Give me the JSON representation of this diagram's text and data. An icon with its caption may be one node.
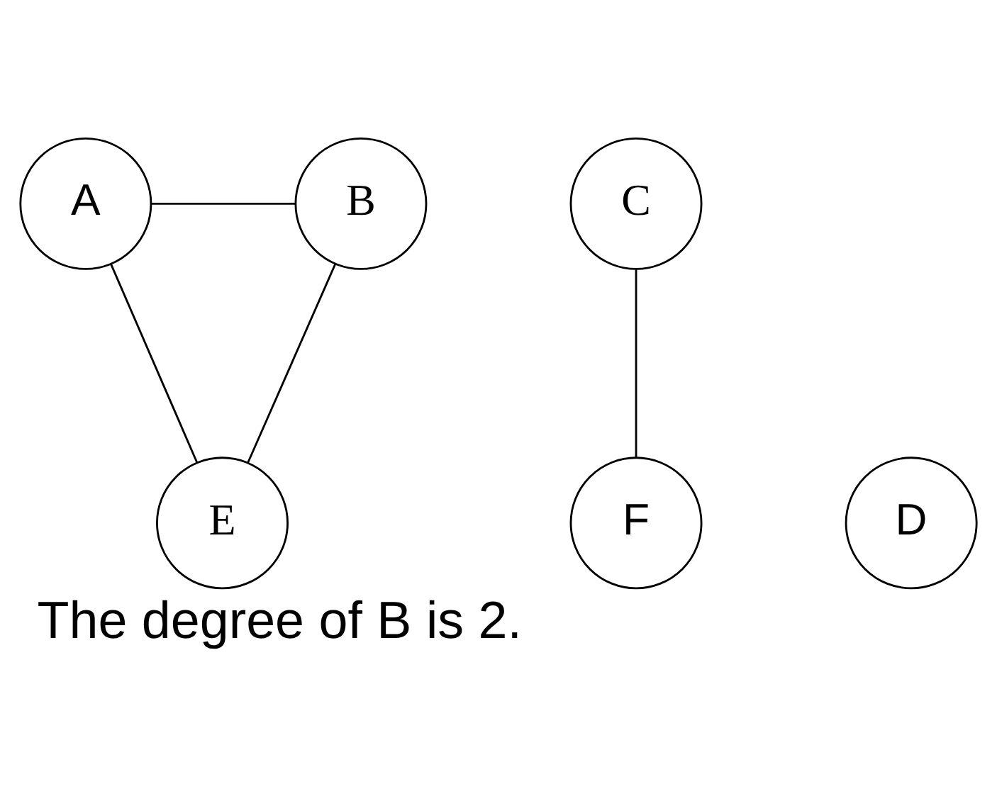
{
  "diagram": {
    "caption": "The degree of B is 2.",
    "nodes": [
      {
        "text": [
          "A"
        ]
      },
      {
        "text": [
          "B"
        ]
      },
      {
        "text": [
          "C"
        ]
      },
      {
        "text": [
          "D"
        ]
      },
      {
        "text": [
          "E"
        ]
      },
      {
        "text": [
          "F"
        ]
      }
    ],
    "edges": [
      {
        "from": 0,
        "to": 1,
        "arrow": "none"
      },
      {
        "from": 0,
        "to": 4,
        "arrow": "none"
      },
      {
        "from": 1,
        "to": 4,
        "arrow": "none"
      },
      {
        "from": 2,
        "to": 5,
        "arrow": "none"
      }
    ]
  }
}
